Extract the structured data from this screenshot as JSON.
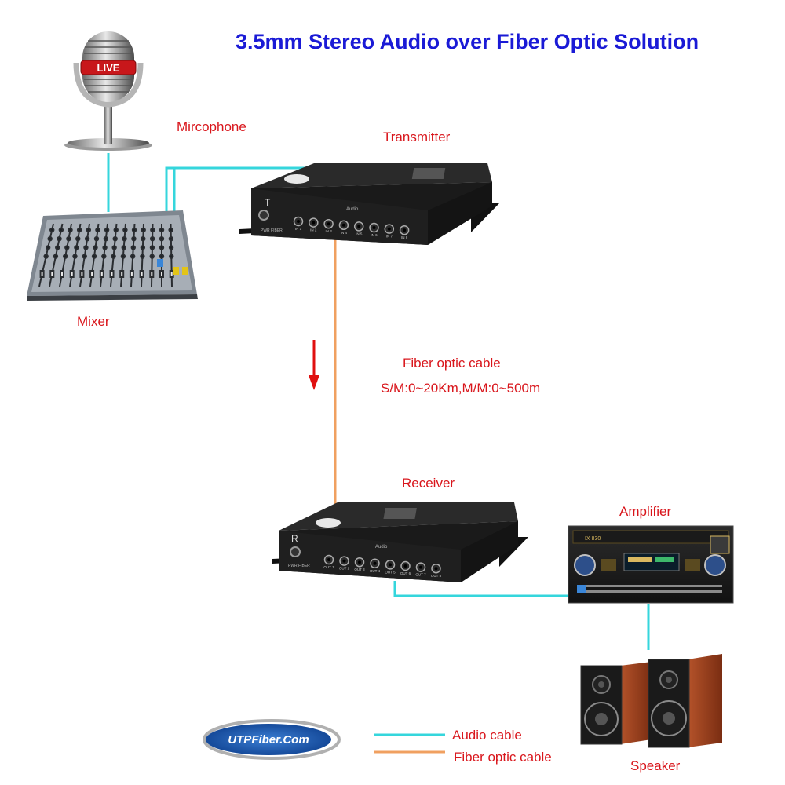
{
  "title": "3.5mm Stereo Audio over Fiber Optic Solution",
  "labels": {
    "microphone": "Mircophone",
    "mixer": "Mixer",
    "transmitter": "Transmitter",
    "receiver": "Receiver",
    "amplifier": "Amplifier",
    "speaker": "Speaker",
    "fiber_cable": "Fiber optic cable",
    "fiber_distance": "S/M:0~20Km,M/M:0~500m"
  },
  "devices": {
    "mic_badge": "LIVE",
    "transmitter_letter": "T",
    "receiver_letter": "R",
    "port_group_label": "Audio",
    "port_type": "PWR FIBER",
    "tx_ports": [
      "IN 1",
      "IN 2",
      "IN 3",
      "IN 4",
      "IN 5",
      "IN 6",
      "IN 7",
      "IN 8"
    ],
    "rx_ports": [
      "OUT 1",
      "OUT 2",
      "OUT 3",
      "OUT 4",
      "OUT 5",
      "OUT 6",
      "OUT 7",
      "OUT 8"
    ],
    "amp_model": "IX 830"
  },
  "legend": {
    "audio_cable": "Audio cable",
    "fiber_cable": "Fiber optic cable"
  },
  "logo": {
    "text": "UTPFiber.Com"
  },
  "colors": {
    "title": "#1a1ad6",
    "label_red": "#d9161c",
    "audio_cable": "#35d6dc",
    "fiber_cable": "#f0a060",
    "arrow": "#e01010",
    "device_body": "#1e1e1e"
  }
}
